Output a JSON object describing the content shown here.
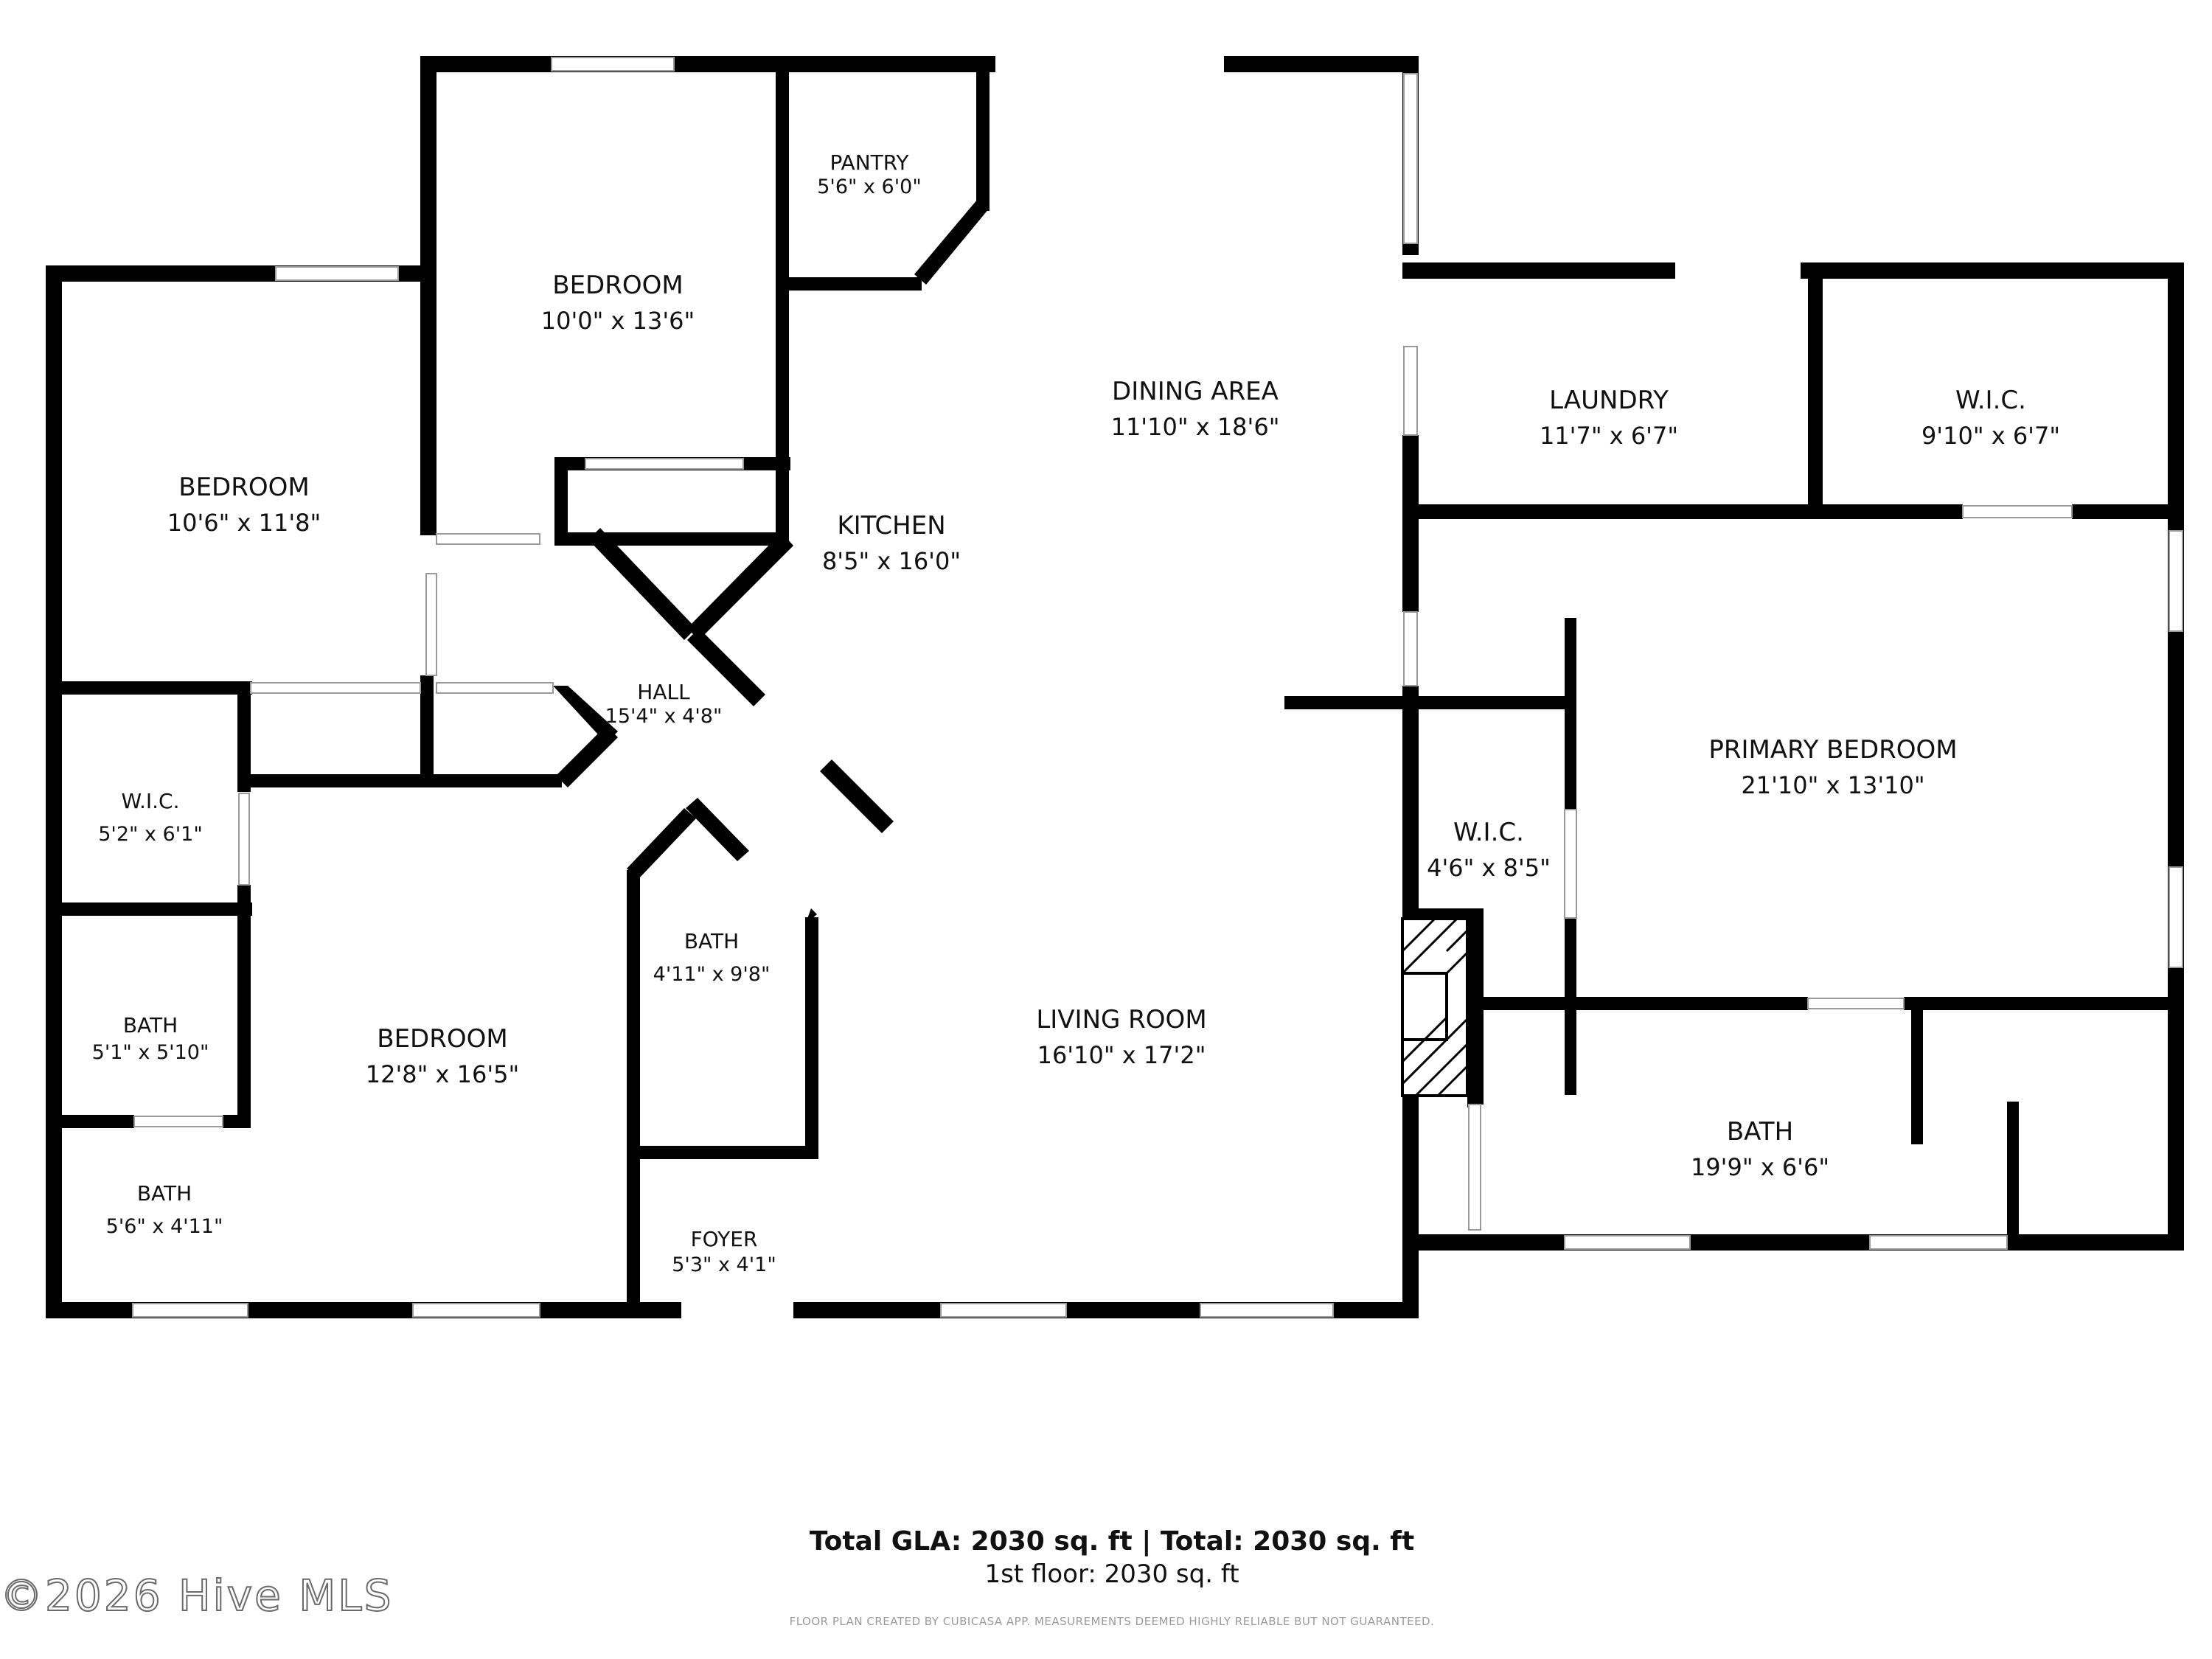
{
  "rooms": {
    "pantry": {
      "name": "PANTRY",
      "dims": "5'6\" x 6'0\""
    },
    "bedroom_top": {
      "name": "BEDROOM",
      "dims": "10'0\" x 13'6\""
    },
    "bedroom_left": {
      "name": "BEDROOM",
      "dims": "10'6\" x 11'8\""
    },
    "dining": {
      "name": "DINING AREA",
      "dims": "11'10\" x 18'6\""
    },
    "kitchen": {
      "name": "KITCHEN",
      "dims": "8'5\" x 16'0\""
    },
    "laundry": {
      "name": "LAUNDRY",
      "dims": "11'7\" x 6'7\""
    },
    "wic_right": {
      "name": "W.I.C.",
      "dims": "9'10\" x 6'7\""
    },
    "hall": {
      "name": "HALL",
      "dims": "15'4\" x 4'8\""
    },
    "wic_left": {
      "name": "W.I.C.",
      "dims": "5'2\" x 6'1\""
    },
    "primary_bedroom": {
      "name": "PRIMARY BEDROOM",
      "dims": "21'10\" x 13'10\""
    },
    "wic_primary": {
      "name": "W.I.C.",
      "dims": "4'6\" x 8'5\""
    },
    "bath_center": {
      "name": "BATH",
      "dims": "4'11\" x 9'8\""
    },
    "bath_left_upper": {
      "name": "BATH",
      "dims": "5'1\" x 5'10\""
    },
    "bedroom_bottom": {
      "name": "BEDROOM",
      "dims": "12'8\" x 16'5\""
    },
    "living": {
      "name": "LIVING ROOM",
      "dims": "16'10\" x 17'2\""
    },
    "bath_primary": {
      "name": "BATH",
      "dims": "19'9\" x 6'6\""
    },
    "bath_left_lower": {
      "name": "BATH",
      "dims": "5'6\" x 4'11\""
    },
    "foyer": {
      "name": "FOYER",
      "dims": "5'3\" x 4'1\""
    }
  },
  "footer": {
    "total": "Total GLA: 2030 sq. ft | Total: 2030 sq. ft",
    "floor": "1st floor: 2030 sq. ft",
    "disclaimer": "FLOOR PLAN CREATED BY CUBICASA APP. MEASUREMENTS DEEMED HIGHLY RELIABLE BUT NOT GUARANTEED."
  },
  "watermark": "©2026 Hive MLS",
  "colors": {
    "wall": "#000000",
    "background": "#ffffff"
  }
}
